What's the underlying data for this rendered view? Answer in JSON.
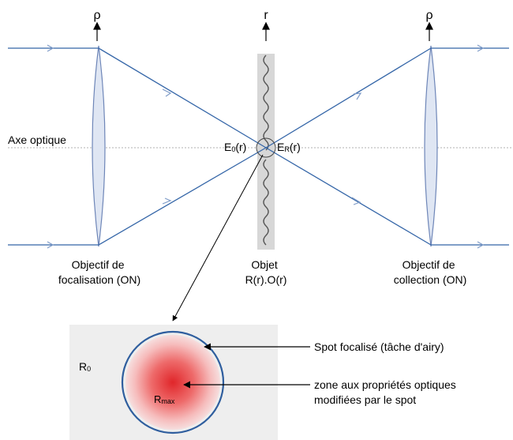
{
  "axes": {
    "left_axis_label": "ρ",
    "center_axis_label": "r",
    "right_axis_label": "ρ"
  },
  "labels": {
    "optical_axis": "Axe optique",
    "field_in": {
      "main": "E",
      "sub": "0",
      "tail": "(r)"
    },
    "field_out": {
      "main": "E",
      "sub": "R",
      "tail": "(r)"
    }
  },
  "captions": {
    "focusing_objective": [
      "Objectif de",
      "focalisation (ON)"
    ],
    "object": [
      "Objet",
      "R(r).O(r)"
    ],
    "collection_objective": [
      "Objectif de",
      "collection (ON)"
    ]
  },
  "inset": {
    "background_label": {
      "main": "R",
      "sub": "0"
    },
    "spot_center_label": {
      "main": "R",
      "sub": "max"
    },
    "spot_annotation": "Spot focalisé (tâche d'airy)",
    "zone_annotation": [
      "zone aux propriétés optiques",
      "modifiées par le spot"
    ]
  },
  "colors": {
    "beam": "#3566a8",
    "lens_fill": "#dfe6f3",
    "lens_stroke": "#6e86b8",
    "object_strip": "#d7d7d7",
    "spot_center": "#e53535",
    "spot_circle": "#2f5e9e",
    "inset_background": "#eeeeee"
  }
}
